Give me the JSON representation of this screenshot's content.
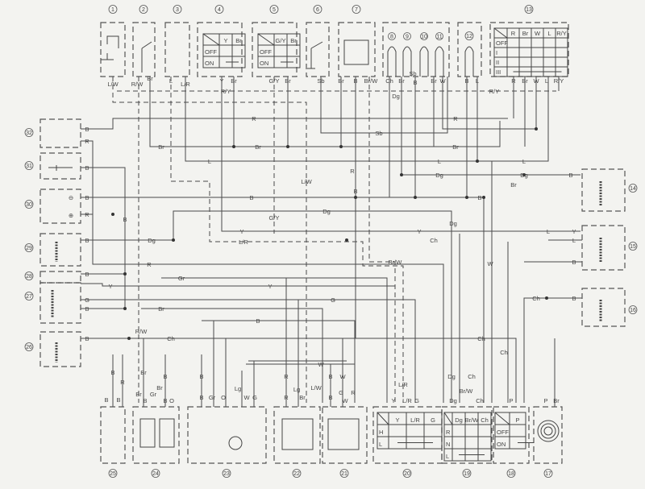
{
  "components": [
    {
      "number": "1",
      "pins": [
        "L/W"
      ]
    },
    {
      "number": "2",
      "pins": [
        "R/W",
        "Br"
      ]
    },
    {
      "number": "3",
      "pins": [
        "L",
        "L/R"
      ]
    },
    {
      "number": "4",
      "pins": [
        "Y",
        "Br"
      ]
    },
    {
      "number": "5",
      "pins": [
        "G/Y",
        "Br"
      ]
    },
    {
      "number": "6",
      "pins": [
        "Sb"
      ]
    },
    {
      "number": "7",
      "pins": [
        "Br",
        "B",
        "Br/W"
      ]
    },
    {
      "number": "8",
      "pins": [
        "Ch"
      ]
    },
    {
      "number": "9",
      "pins": [
        "Br",
        "Dg"
      ]
    },
    {
      "number": "10",
      "pins": [
        "Sb",
        "B"
      ]
    },
    {
      "number": "11",
      "pins": [
        "Br",
        "W"
      ]
    },
    {
      "number": "12",
      "pins": [
        "B",
        "L"
      ]
    },
    {
      "number": "13",
      "pins": [
        "R",
        "Br",
        "W",
        "L",
        "R/Y"
      ]
    },
    {
      "number": "14",
      "pins": [
        "B"
      ]
    },
    {
      "number": "15",
      "pins": [
        "Y",
        "L",
        "B"
      ]
    },
    {
      "number": "16",
      "pins": [
        "B"
      ]
    },
    {
      "number": "17",
      "pins": [
        "P",
        "Br"
      ]
    },
    {
      "number": "18",
      "pins": [
        "P"
      ]
    },
    {
      "number": "19",
      "pins": [
        "Dg",
        "Br/W",
        "Ch"
      ]
    },
    {
      "number": "20",
      "pins": [
        "Y",
        "L/R",
        "G"
      ]
    },
    {
      "number": "21",
      "pins": [
        "B",
        "G",
        "W",
        "R"
      ]
    },
    {
      "number": "22",
      "pins": [
        "R",
        "Lg",
        "Br",
        "L/W"
      ]
    },
    {
      "number": "23",
      "pins": [
        "B",
        "Gr",
        "O",
        "Lg",
        "W",
        "G"
      ]
    },
    {
      "number": "24",
      "pins": [
        "Br",
        "B",
        "Gr",
        "Br",
        "B",
        "O"
      ]
    },
    {
      "number": "25",
      "pins": [
        "B",
        "B"
      ]
    },
    {
      "number": "26",
      "pins": [
        "B"
      ]
    },
    {
      "number": "27",
      "pins": [
        "G",
        "B"
      ]
    },
    {
      "number": "28",
      "pins": [
        "B",
        "Y"
      ]
    },
    {
      "number": "29",
      "pins": [
        "B"
      ]
    },
    {
      "number": "30",
      "pins": [
        "B",
        "R"
      ]
    },
    {
      "number": "31",
      "pins": [
        "B"
      ]
    },
    {
      "number": "32",
      "pins": [
        "R",
        "R"
      ]
    }
  ],
  "switches": {
    "sw4": {
      "headers": [
        "Y",
        "Br"
      ],
      "rows": [
        "OFF",
        "ON"
      ]
    },
    "sw5": {
      "headers": [
        "G/Y",
        "Br"
      ],
      "rows": [
        "OFF",
        "ON"
      ]
    },
    "sw13": {
      "headers": [
        "R",
        "Br",
        "W",
        "L",
        "R/Y"
      ],
      "rows": [
        "OFF",
        "I",
        "II",
        "III"
      ]
    },
    "sw20": {
      "headers": [
        "Y",
        "L/R",
        "G"
      ],
      "rows": [
        "H",
        "L"
      ]
    },
    "sw19": {
      "headers": [
        "Dg",
        "Br/W",
        "Ch"
      ],
      "rows": [
        "R",
        "N",
        "L"
      ]
    },
    "sw18": {
      "headers": [
        "P"
      ],
      "rows": [
        "OFF",
        "ON"
      ]
    }
  },
  "wire_labels": [
    "R/Y",
    "R/Y",
    "R",
    "R",
    "Sb",
    "Br",
    "Br",
    "Br",
    "L",
    "L",
    "L",
    "Dg",
    "Dg",
    "B",
    "B",
    "B",
    "Dg",
    "Y",
    "Y",
    "L/R",
    "Ch",
    "Br/W",
    "R",
    "Gr",
    "Y",
    "G",
    "Br",
    "B",
    "Ch",
    "Ch",
    "R/W",
    "W",
    "L/W",
    "G/Y",
    "B",
    "Dg",
    "B",
    "B",
    "R",
    "L",
    "Y",
    "B",
    "B",
    "Ch",
    "B",
    "B",
    "R",
    "R",
    "B",
    "B",
    "B",
    "B",
    "R",
    "Y",
    "G",
    "B",
    "B",
    "L/R",
    "Dg",
    "Ch",
    "Br",
    "B",
    "W",
    "Ch",
    "Dg",
    "L",
    "B",
    "R",
    "W",
    "Br"
  ]
}
